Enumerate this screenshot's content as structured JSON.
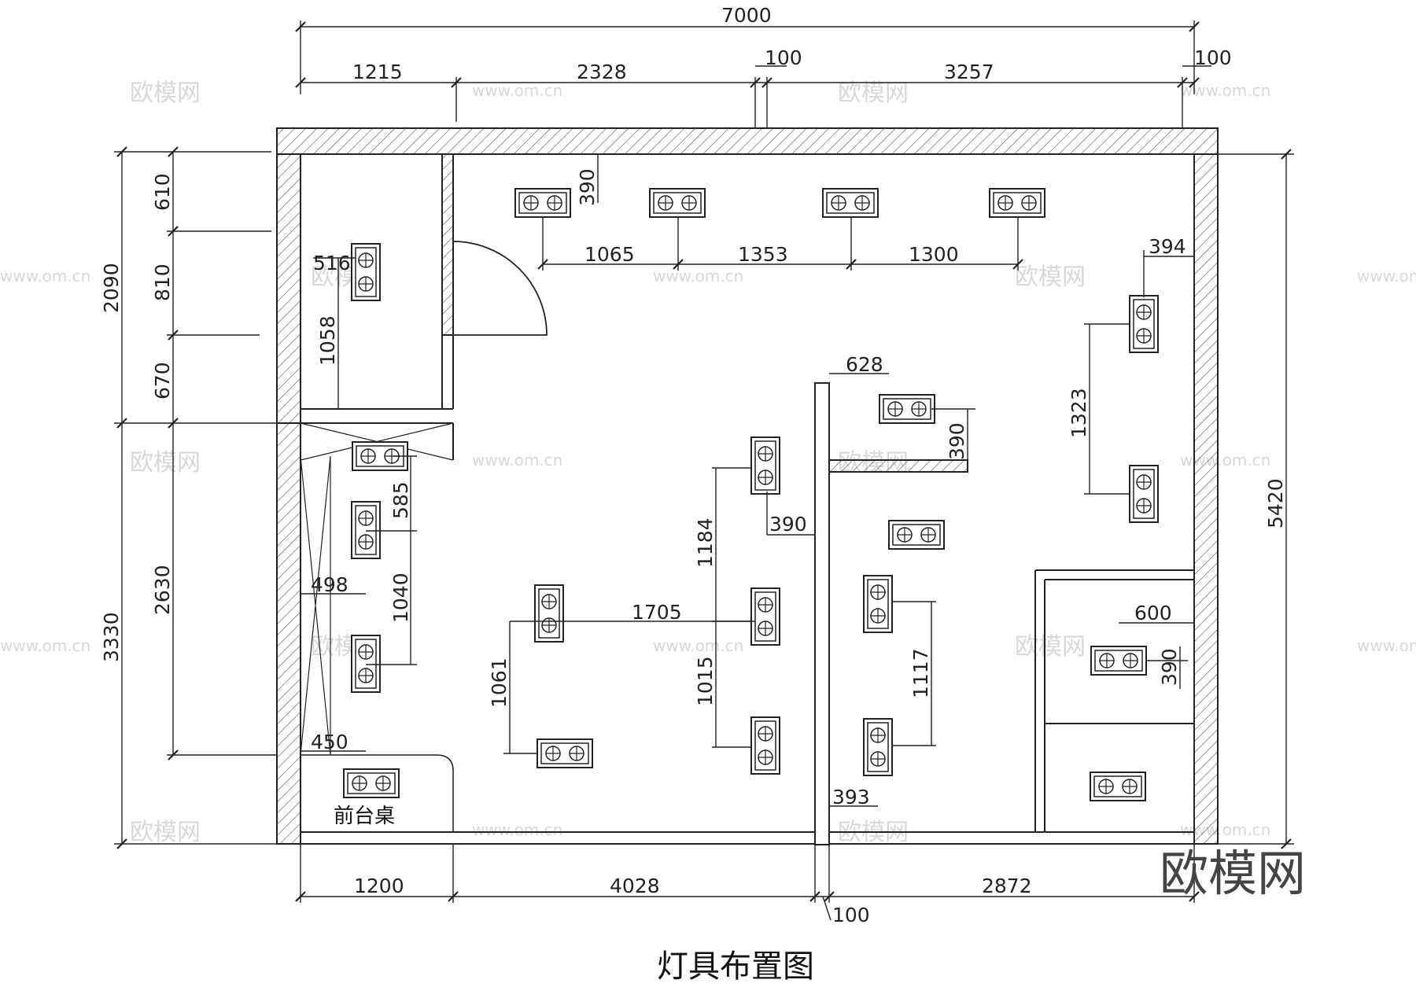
{
  "title": "灯具布置图",
  "brand": "欧模网",
  "front_desk_label": "前台桌",
  "watermark": {
    "logo": "欧模网",
    "url": "www.om.cn"
  },
  "dimensions": {
    "top_total": "7000",
    "top_segments": [
      "1215",
      "2328",
      "100",
      "3257",
      "100"
    ],
    "bottom_segments": [
      "1200",
      "4028",
      "100",
      "2872"
    ],
    "left_upper_total": "2090",
    "left_upper_segments": [
      "610",
      "810",
      "670"
    ],
    "left_lower_total": "3330",
    "left_lower_segment": "2630",
    "right_total": "5420",
    "top_row_spacing": [
      "1065",
      "1353",
      "1300"
    ],
    "top_row_offset": "390",
    "small_room": [
      "516",
      "1058"
    ],
    "corridor": [
      "585",
      "1040",
      "498",
      "450"
    ],
    "center": [
      "1184",
      "390",
      "1705",
      "1015",
      "1061"
    ],
    "partition": [
      "628",
      "390",
      "1117",
      "393"
    ],
    "right_side": [
      "394",
      "1323"
    ],
    "bottom_right_room": [
      "600",
      "390"
    ]
  }
}
